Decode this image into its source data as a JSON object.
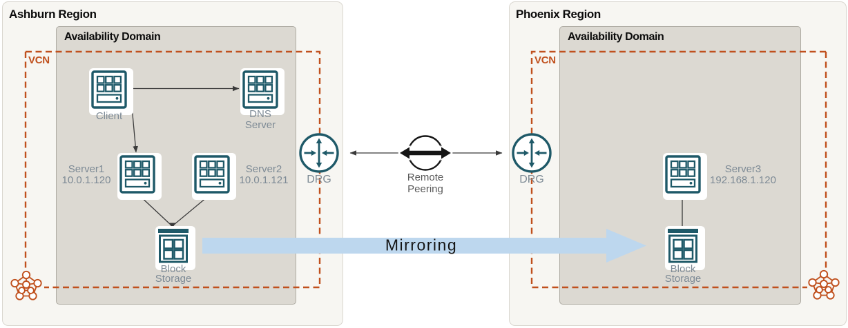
{
  "colors": {
    "teal_icon": "#1E5968",
    "vcn_orange": "#C0501D",
    "arrow_black": "#3A3A3A",
    "mirroring_blue": "#BDD7EE",
    "label_gray": "#7D8A95",
    "region_fill": "#F7F6F2",
    "availability_domain_fill": "#DCD9D2"
  },
  "ashburn": {
    "title": "Ashburn Region",
    "availability_domain": "Availability Domain",
    "vcn": "VCN",
    "drg": "DRG",
    "client": "Client",
    "dns_line1": "DNS",
    "dns_line2": "Server",
    "server1_name": "Server1",
    "server1_ip": "10.0.1.120",
    "server2_name": "Server2",
    "server2_ip": "10.0.1.121",
    "block_line1": "Block",
    "block_line2": "Storage"
  },
  "phoenix": {
    "title": "Phoenix Region",
    "availability_domain": "Availability Domain",
    "vcn": "VCN",
    "drg": "DRG",
    "server3_name": "Server3",
    "server3_ip": "192.168.1.120",
    "block_line1": "Block",
    "block_line2": "Storage"
  },
  "interconnect": {
    "remote_peering_line1": "Remote",
    "remote_peering_line2": "Peering",
    "mirroring": "Mirroring"
  },
  "icons": {
    "compute": "compute-server-icon",
    "block_storage": "block-storage-icon",
    "drg": "dynamic-routing-gateway-icon",
    "vcn_mesh": "vcn-network-mesh-icon",
    "remote_peering": "remote-peering-icon"
  }
}
